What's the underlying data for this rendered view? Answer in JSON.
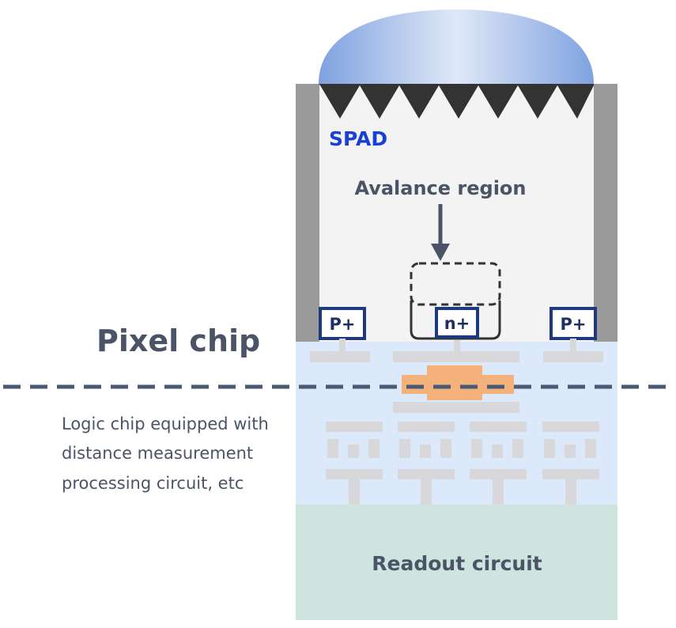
{
  "labels": {
    "spad": "SPAD",
    "avalanche_region": "Avalance region",
    "pixel_chip": "Pixel chip",
    "logic_chip_line1": "Logic chip equipped with",
    "logic_chip_line2": "distance measurement",
    "logic_chip_line3": "processing circuit, etc",
    "readout_circuit": "Readout circuit",
    "contact_left": "P+",
    "contact_center": "n+",
    "contact_right": "P+"
  },
  "colors": {
    "lens": "#8fb0e6",
    "pixel_body": "#f3f3f3",
    "side_wall": "#9a9a9a",
    "texture_teeth": "#333333",
    "logic_layer": "#dbe9fb",
    "readout_layer": "#cfe3df",
    "wiring": "#d8d8da",
    "bond": "#f4b27a",
    "contact_border": "#1d3a7e",
    "label_dark": "#4a5466",
    "label_spad": "#1a3fd6",
    "divider": "#4a5a72"
  }
}
